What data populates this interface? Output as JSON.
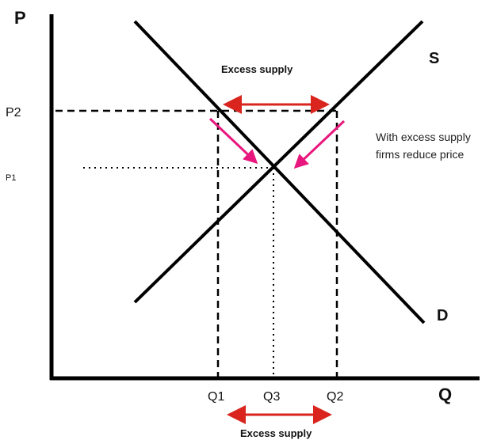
{
  "axes": {
    "y_label": "P",
    "x_label": "Q"
  },
  "price_levels": {
    "p2": "P2",
    "p1": "P1"
  },
  "quantity_levels": {
    "q1": "Q1",
    "q3": "Q3",
    "q2": "Q2"
  },
  "curves": {
    "supply": "S",
    "demand": "D"
  },
  "annotations": {
    "excess_top": "Excess supply",
    "excess_bottom": "Excess supply",
    "note_line1": "With excess supply",
    "note_line2": "firms reduce price"
  },
  "colors": {
    "axis": "#000000",
    "curve": "#000000",
    "excess_arrow": "#d9251d",
    "price_arrow": "#e8177d"
  }
}
